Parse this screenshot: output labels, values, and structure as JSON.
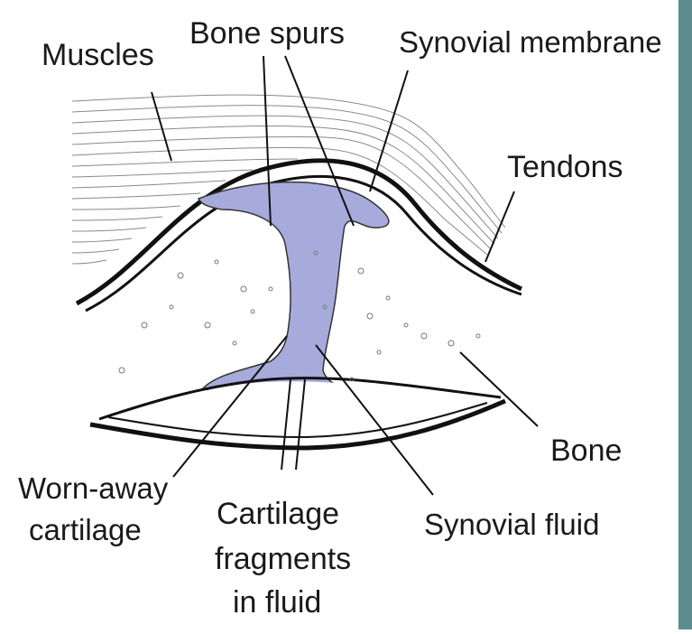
{
  "labels": {
    "muscles": "Muscles",
    "bone_spurs": "Bone spurs",
    "synovial_membrane": "Synovial membrane",
    "tendons": "Tendons",
    "bone": "Bone",
    "worn_away_cartilage": [
      "Worn-away",
      "cartilage"
    ],
    "cartilage_fragments": [
      "Cartilage",
      "fragments",
      "in fluid"
    ],
    "synovial_fluid": "Synovial fluid"
  },
  "colors": {
    "synovial_fluid": "#a6abdc",
    "outline": "#111111",
    "muscle_lines": "#8a8a8a",
    "sidebar": "#5e8b8c"
  }
}
